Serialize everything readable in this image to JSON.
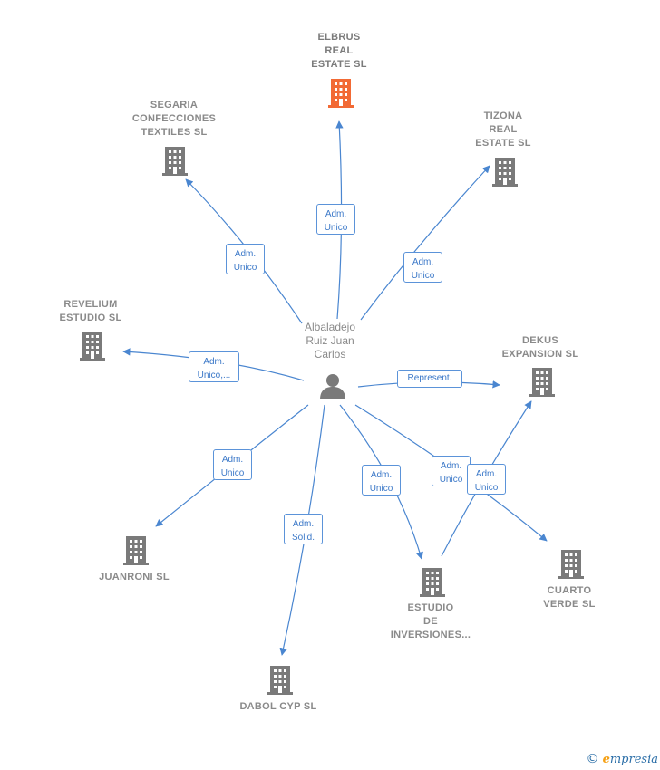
{
  "colors": {
    "edge": "#4a86d0",
    "building": "#7a7a7a",
    "building_highlight": "#f26a35",
    "person": "#7a7a7a"
  },
  "icons": {
    "company": "building-icon",
    "person": "person-icon"
  },
  "person": {
    "lines": [
      "Albaladejo",
      "Ruiz Juan",
      "Carlos"
    ]
  },
  "companies": [
    {
      "id": "elbrus",
      "lines": [
        "ELBRUS",
        "REAL",
        "ESTATE  SL"
      ],
      "highlight": true
    },
    {
      "id": "segaria",
      "lines": [
        "SEGARIA",
        "CONFECCIONES",
        "TEXTILES  SL"
      ]
    },
    {
      "id": "tizona",
      "lines": [
        "TIZONA",
        "REAL",
        "ESTATE  SL"
      ]
    },
    {
      "id": "revelium",
      "lines": [
        "REVELIUM",
        "ESTUDIO  SL"
      ]
    },
    {
      "id": "dekus",
      "lines": [
        "DEKUS",
        "EXPANSION  SL"
      ]
    },
    {
      "id": "juanroni",
      "lines": [
        "JUANRONI SL"
      ]
    },
    {
      "id": "dabol",
      "lines": [
        "DABOL CYP  SL"
      ]
    },
    {
      "id": "estudio",
      "lines": [
        "ESTUDIO",
        "DE",
        "INVERSIONES..."
      ]
    },
    {
      "id": "cuarto",
      "lines": [
        "CUARTO",
        "VERDE  SL"
      ]
    }
  ],
  "relations": [
    {
      "id": "r-elbrus",
      "lines": [
        "Adm.",
        "Unico"
      ]
    },
    {
      "id": "r-segaria",
      "lines": [
        "Adm.",
        "Unico"
      ]
    },
    {
      "id": "r-tizona",
      "lines": [
        "Adm.",
        "Unico"
      ]
    },
    {
      "id": "r-revelium",
      "lines": [
        "Adm.",
        "Unico,..."
      ]
    },
    {
      "id": "r-dekus",
      "lines": [
        "Represent."
      ]
    },
    {
      "id": "r-juanroni",
      "lines": [
        "Adm.",
        "Unico"
      ]
    },
    {
      "id": "r-dabol",
      "lines": [
        "Adm.",
        "Solid."
      ]
    },
    {
      "id": "r-estudio",
      "lines": [
        "Adm.",
        "Unico"
      ]
    },
    {
      "id": "r-cuarto",
      "lines": [
        "Adm.",
        "Unico"
      ]
    },
    {
      "id": "r-estudio-dekus",
      "lines": [
        "Adm.",
        "Unico"
      ]
    }
  ],
  "footer": {
    "copyright": "©",
    "brand_initial": "e",
    "brand_rest": "mpresia"
  }
}
